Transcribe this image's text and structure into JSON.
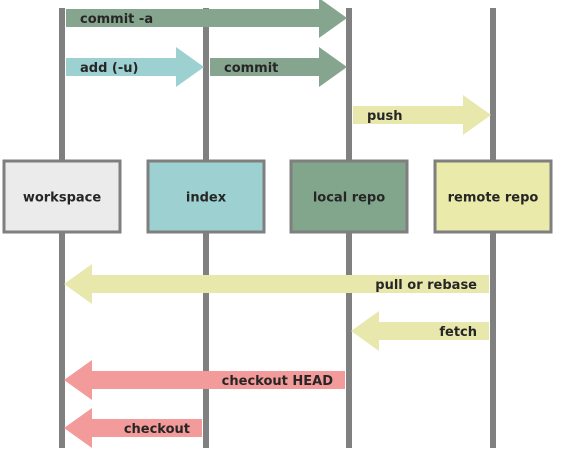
{
  "colors": {
    "lifeline": "#808080",
    "box_border": "#7f7f7f",
    "workspace": "#ebebeb",
    "index": "#9dd1d1",
    "local_repo": "#81a68c",
    "remote_repo": "#eaeaaa",
    "arrow_green": "#86a58e",
    "arrow_cyan": "#9dd1d1",
    "arrow_yellow": "#e8e8ad",
    "arrow_red": "#f39a9a",
    "text": "#262626"
  },
  "boxes": [
    {
      "id": "workspace",
      "label": "workspace"
    },
    {
      "id": "index",
      "label": "index"
    },
    {
      "id": "local_repo",
      "label": "local repo"
    },
    {
      "id": "remote_repo",
      "label": "remote repo"
    }
  ],
  "arrows": [
    {
      "id": "commit_a",
      "label": "commit -a",
      "from": "workspace",
      "to": "local_repo",
      "color": "arrow_green"
    },
    {
      "id": "add_u",
      "label": "add (-u)",
      "from": "workspace",
      "to": "index",
      "color": "arrow_cyan"
    },
    {
      "id": "commit",
      "label": "commit",
      "from": "index",
      "to": "local_repo",
      "color": "arrow_green"
    },
    {
      "id": "push",
      "label": "push",
      "from": "local_repo",
      "to": "remote_repo",
      "color": "arrow_yellow"
    },
    {
      "id": "pull_or_rebase",
      "label": "pull or rebase",
      "from": "remote_repo",
      "to": "workspace",
      "color": "arrow_yellow"
    },
    {
      "id": "fetch",
      "label": "fetch",
      "from": "remote_repo",
      "to": "local_repo",
      "color": "arrow_yellow"
    },
    {
      "id": "checkout_head",
      "label": "checkout HEAD",
      "from": "local_repo",
      "to": "workspace",
      "color": "arrow_red"
    },
    {
      "id": "checkout",
      "label": "checkout",
      "from": "index",
      "to": "workspace",
      "color": "arrow_red"
    }
  ]
}
